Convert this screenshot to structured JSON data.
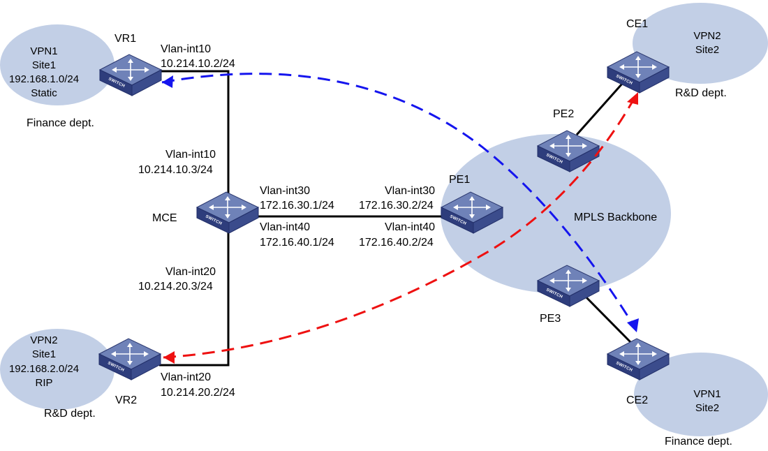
{
  "colors": {
    "ellipse_fill": "#c2cfe6",
    "switch_top": "#6f82b8",
    "switch_side": "#2e3d7c",
    "link": "#000000",
    "vpn1_path": "#1515ee",
    "vpn2_path": "#ee1111"
  },
  "icons": {
    "switch": "switch-icon",
    "arrow_blue": "arrowhead-icon",
    "arrow_red": "arrowhead-icon"
  },
  "switch_brand": "SWITCH",
  "sites": {
    "vr1": {
      "lines": [
        "VPN1",
        "Site1",
        "192.168.1.0/24",
        "Static"
      ],
      "dept": "Finance dept."
    },
    "vr2": {
      "lines": [
        "VPN2",
        "Site1",
        "192.168.2.0/24",
        "RIP"
      ],
      "dept": "R&D dept."
    },
    "ce1": {
      "lines": [
        "VPN2",
        "Site2"
      ],
      "dept": "R&D dept."
    },
    "ce2": {
      "lines": [
        "VPN1",
        "Site2"
      ],
      "dept": "Finance dept."
    }
  },
  "backbone": {
    "label": "MPLS Backbone"
  },
  "devices": {
    "vr1": "VR1",
    "vr2": "VR2",
    "mce": "MCE",
    "pe1": "PE1",
    "pe2": "PE2",
    "pe3": "PE3",
    "ce1": "CE1",
    "ce2": "CE2"
  },
  "interfaces": {
    "vr1_up_name": "Vlan-int10",
    "vr1_up_ip": "10.214.10.2/24",
    "mce_up_name": "Vlan-int10",
    "mce_up_ip": "10.214.10.3/24",
    "mce_to_pe1_30_name": "Vlan-int30",
    "mce_to_pe1_30_ip": "172.16.30.1/24",
    "mce_to_pe1_40_name": "Vlan-int40",
    "mce_to_pe1_40_ip": "172.16.40.1/24",
    "pe1_30_name": "Vlan-int30",
    "pe1_30_ip": "172.16.30.2/24",
    "pe1_40_name": "Vlan-int40",
    "pe1_40_ip": "172.16.40.2/24",
    "mce_down_name": "Vlan-int20",
    "mce_down_ip": "10.214.20.3/24",
    "vr2_down_name": "Vlan-int20",
    "vr2_down_ip": "10.214.20.2/24"
  }
}
